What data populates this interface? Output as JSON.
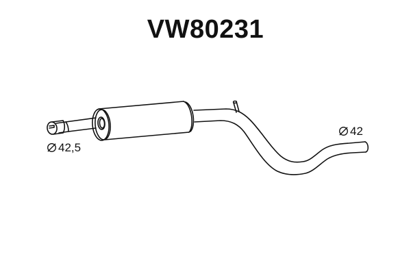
{
  "title": "VW80231",
  "drawing": {
    "type": "exhaust-middle-silencer",
    "line_color": "#111111",
    "background": "#ffffff"
  },
  "dimensions": {
    "inlet": {
      "symbol": "diameter-icon",
      "value": "42,5"
    },
    "outlet": {
      "symbol": "diameter-icon",
      "value": "42"
    }
  }
}
